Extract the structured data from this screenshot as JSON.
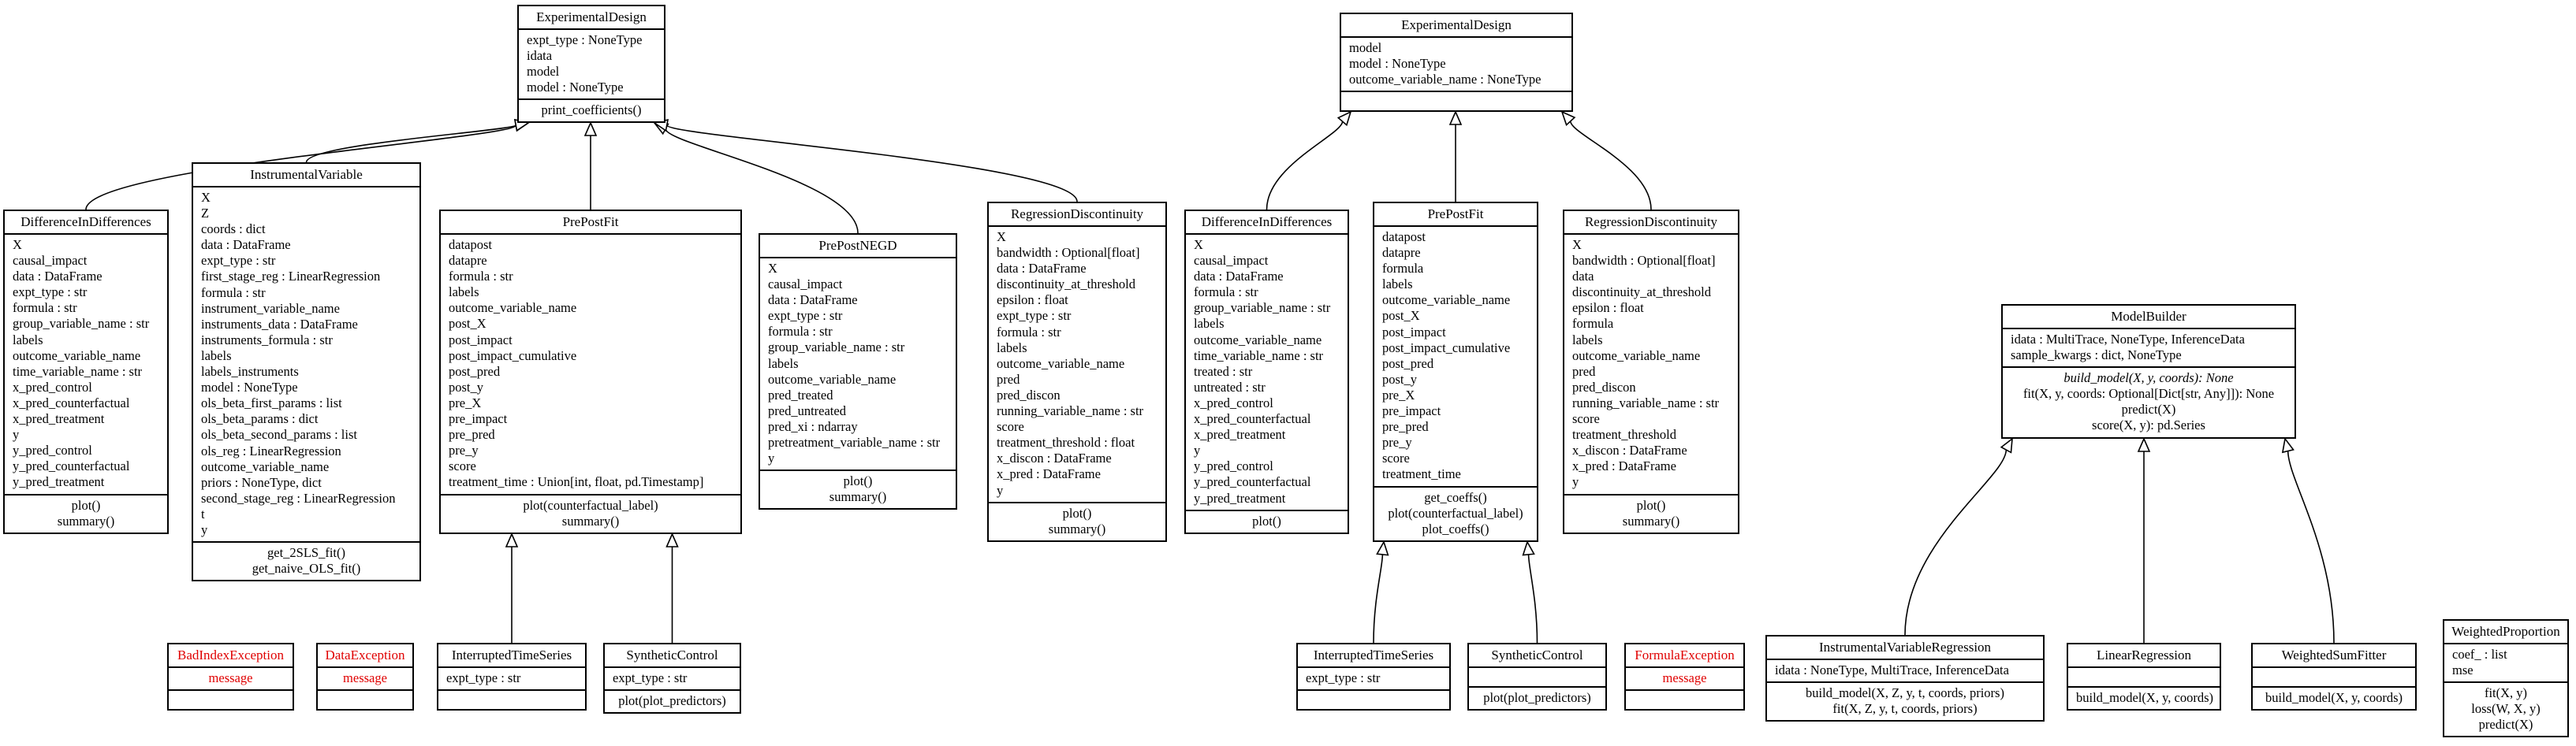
{
  "classes": [
    {
      "id": "ed1",
      "name": "ExperimentalDesign",
      "attrs": [
        "expt_type : NoneType",
        "idata",
        "model",
        "model : NoneType"
      ],
      "methods": [
        "print_coefficients()"
      ]
    },
    {
      "id": "did1",
      "name": "DifferenceInDifferences",
      "attrs": [
        "X",
        "causal_impact",
        "data : DataFrame",
        "expt_type : str",
        "formula : str",
        "group_variable_name : str",
        "labels",
        "outcome_variable_name",
        "time_variable_name : str",
        "x_pred_control",
        "x_pred_counterfactual",
        "x_pred_treatment",
        "y",
        "y_pred_control",
        "y_pred_counterfactual",
        "y_pred_treatment"
      ],
      "methods": [
        "plot()",
        "summary()"
      ]
    },
    {
      "id": "iv",
      "name": "InstrumentalVariable",
      "attrs": [
        "X",
        "Z",
        "coords : dict",
        "data : DataFrame",
        "expt_type : str",
        "first_stage_reg : LinearRegression",
        "formula : str",
        "instrument_variable_name",
        "instruments_data : DataFrame",
        "instruments_formula : str",
        "labels",
        "labels_instruments",
        "model : NoneType",
        "ols_beta_first_params : list",
        "ols_beta_params : dict",
        "ols_beta_second_params : list",
        "ols_reg : LinearRegression",
        "outcome_variable_name",
        "priors : NoneType, dict",
        "second_stage_reg : LinearRegression",
        "t",
        "y"
      ],
      "methods": [
        "get_2SLS_fit()",
        "get_naive_OLS_fit()"
      ]
    },
    {
      "id": "ppf1",
      "name": "PrePostFit",
      "attrs": [
        "datapost",
        "datapre",
        "formula : str",
        "labels",
        "outcome_variable_name",
        "post_X",
        "post_impact",
        "post_impact_cumulative",
        "post_pred",
        "post_y",
        "pre_X",
        "pre_impact",
        "pre_pred",
        "pre_y",
        "score",
        "treatment_time : Union[int, float, pd.Timestamp]"
      ],
      "methods": [
        "plot(counterfactual_label)",
        "summary()"
      ]
    },
    {
      "id": "negd",
      "name": "PrePostNEGD",
      "attrs": [
        "X",
        "causal_impact",
        "data : DataFrame",
        "expt_type : str",
        "formula : str",
        "group_variable_name : str",
        "labels",
        "outcome_variable_name",
        "pred_treated",
        "pred_untreated",
        "pred_xi : ndarray",
        "pretreatment_variable_name : str",
        "y"
      ],
      "methods": [
        "plot()",
        "summary()"
      ]
    },
    {
      "id": "rd1",
      "name": "RegressionDiscontinuity",
      "attrs": [
        "X",
        "bandwidth : Optional[float]",
        "data : DataFrame",
        "discontinuity_at_threshold",
        "epsilon : float",
        "expt_type : str",
        "formula : str",
        "labels",
        "outcome_variable_name",
        "pred",
        "pred_discon",
        "running_variable_name : str",
        "score",
        "treatment_threshold : float",
        "x_discon : DataFrame",
        "x_pred : DataFrame",
        "y"
      ],
      "methods": [
        "plot()",
        "summary()"
      ]
    },
    {
      "id": "ed2",
      "name": "ExperimentalDesign",
      "attrs": [
        "model",
        "model : NoneType",
        "outcome_variable_name : NoneType"
      ],
      "methods": []
    },
    {
      "id": "did2",
      "name": "DifferenceInDifferences",
      "attrs": [
        "X",
        "causal_impact",
        "data : DataFrame",
        "formula : str",
        "group_variable_name : str",
        "labels",
        "outcome_variable_name",
        "time_variable_name : str",
        "treated : str",
        "untreated : str",
        "x_pred_control",
        "x_pred_counterfactual",
        "x_pred_treatment",
        "y",
        "y_pred_control",
        "y_pred_counterfactual",
        "y_pred_treatment"
      ],
      "methods": [
        "plot()"
      ]
    },
    {
      "id": "ppf2",
      "name": "PrePostFit",
      "attrs": [
        "datapost",
        "datapre",
        "formula",
        "labels",
        "outcome_variable_name",
        "post_X",
        "post_impact",
        "post_impact_cumulative",
        "post_pred",
        "post_y",
        "pre_X",
        "pre_impact",
        "pre_pred",
        "pre_y",
        "score",
        "treatment_time"
      ],
      "methods": [
        "get_coeffs()",
        "plot(counterfactual_label)",
        "plot_coeffs()"
      ]
    },
    {
      "id": "rd2",
      "name": "RegressionDiscontinuity",
      "attrs": [
        "X",
        "bandwidth : Optional[float]",
        "data",
        "discontinuity_at_threshold",
        "epsilon : float",
        "formula",
        "labels",
        "outcome_variable_name",
        "pred",
        "pred_discon",
        "running_variable_name : str",
        "score",
        "treatment_threshold",
        "x_discon : DataFrame",
        "x_pred : DataFrame",
        "y"
      ],
      "methods": [
        "plot()",
        "summary()"
      ]
    },
    {
      "id": "mb",
      "name": "ModelBuilder",
      "attrs": [
        "idata : MultiTrace, NoneType, InferenceData",
        "sample_kwargs : dict, NoneType"
      ],
      "methods": [
        "build_model(X, y, coords): None",
        "fit(X, y, coords: Optional[Dict[str, Any]]): None",
        "predict(X)",
        "score(X, y): pd.Series"
      ],
      "italic_methods": [
        0
      ]
    },
    {
      "id": "bie",
      "name": "BadIndexException",
      "attrs": [
        "message"
      ],
      "methods": [],
      "red": true
    },
    {
      "id": "de",
      "name": "DataException",
      "attrs": [
        "message"
      ],
      "methods": [],
      "red": true
    },
    {
      "id": "its1",
      "name": "InterruptedTimeSeries",
      "attrs": [
        "expt_type : str"
      ],
      "methods": []
    },
    {
      "id": "sc1",
      "name": "SyntheticControl",
      "attrs": [
        "expt_type : str"
      ],
      "methods": [
        "plot(plot_predictors)"
      ]
    },
    {
      "id": "its2",
      "name": "InterruptedTimeSeries",
      "attrs": [
        "expt_type : str"
      ],
      "methods": []
    },
    {
      "id": "sc2",
      "name": "SyntheticControl",
      "attrs": [],
      "methods": [
        "plot(plot_predictors)"
      ]
    },
    {
      "id": "fe",
      "name": "FormulaException",
      "attrs": [
        "message"
      ],
      "methods": [],
      "red": true
    },
    {
      "id": "ivr",
      "name": "InstrumentalVariableRegression",
      "attrs": [
        "idata : NoneType, MultiTrace, InferenceData"
      ],
      "methods": [
        "build_model(X, Z, y, t, coords, priors)",
        "fit(X, Z, y, t, coords, priors)"
      ]
    },
    {
      "id": "lr",
      "name": "LinearRegression",
      "attrs": [],
      "methods": [
        "build_model(X, y, coords)"
      ]
    },
    {
      "id": "wsf",
      "name": "WeightedSumFitter",
      "attrs": [],
      "methods": [
        "build_model(X, y, coords)"
      ]
    },
    {
      "id": "wp",
      "name": "WeightedProportion",
      "attrs": [
        "coef_ : list",
        "mse"
      ],
      "methods": [
        "fit(X, y)",
        "loss(W, X, y)",
        "predict(X)"
      ]
    }
  ],
  "inheritance": [
    [
      "did1",
      "ed1"
    ],
    [
      "iv",
      "ed1"
    ],
    [
      "ppf1",
      "ed1"
    ],
    [
      "negd",
      "ed1"
    ],
    [
      "rd1",
      "ed1"
    ],
    [
      "its1",
      "ppf1"
    ],
    [
      "sc1",
      "ppf1"
    ],
    [
      "did2",
      "ed2"
    ],
    [
      "ppf2",
      "ed2"
    ],
    [
      "rd2",
      "ed2"
    ],
    [
      "its2",
      "ppf2"
    ],
    [
      "sc2",
      "ppf2"
    ],
    [
      "ivr",
      "mb"
    ],
    [
      "lr",
      "mb"
    ],
    [
      "wsf",
      "mb"
    ]
  ],
  "colors": {
    "line": "#000000",
    "exception": "#e00000"
  }
}
